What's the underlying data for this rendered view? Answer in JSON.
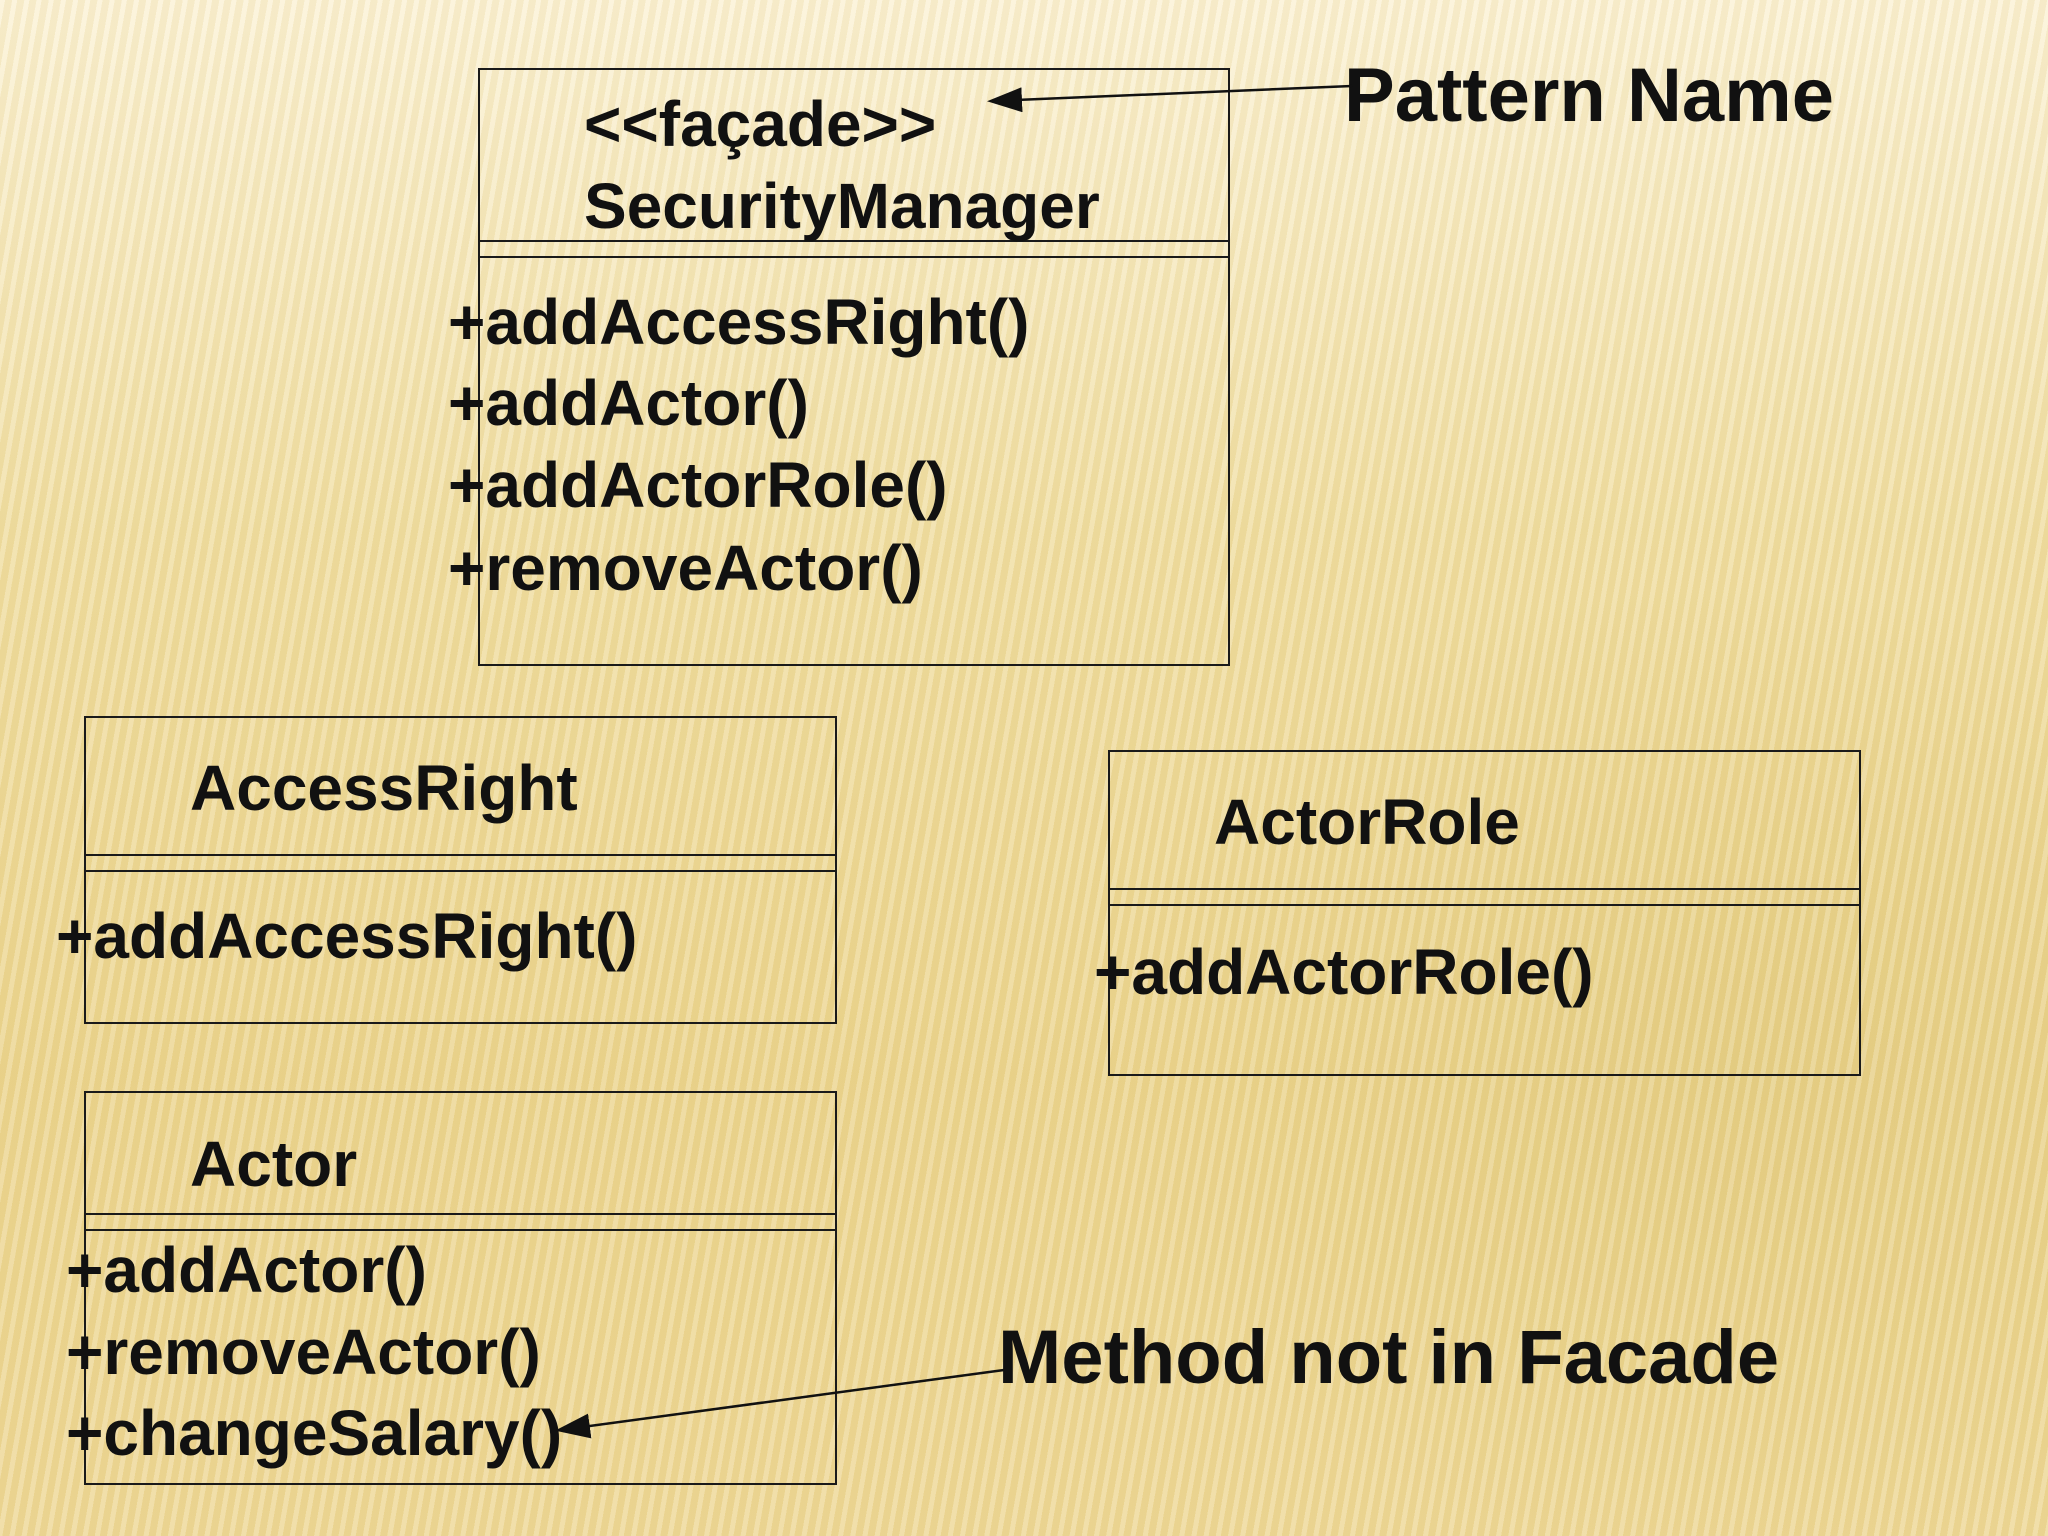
{
  "facade": {
    "stereotype": "<<façade>>",
    "name": "SecurityManager",
    "methods": [
      "+addAccessRight()",
      "+addActor()",
      "+addActorRole()",
      "+removeActor()"
    ]
  },
  "access_right": {
    "name": "AccessRight",
    "methods": [
      "+addAccessRight()"
    ]
  },
  "actor_role": {
    "name": "ActorRole",
    "methods": [
      "+addActorRole()"
    ]
  },
  "actor": {
    "name": "Actor",
    "methods": [
      "+addActor()",
      "+removeActor()",
      "+changeSalary()"
    ]
  },
  "annotations": {
    "pattern_name": "Pattern Name",
    "method_not_in_facade": "Method not in Facade"
  }
}
